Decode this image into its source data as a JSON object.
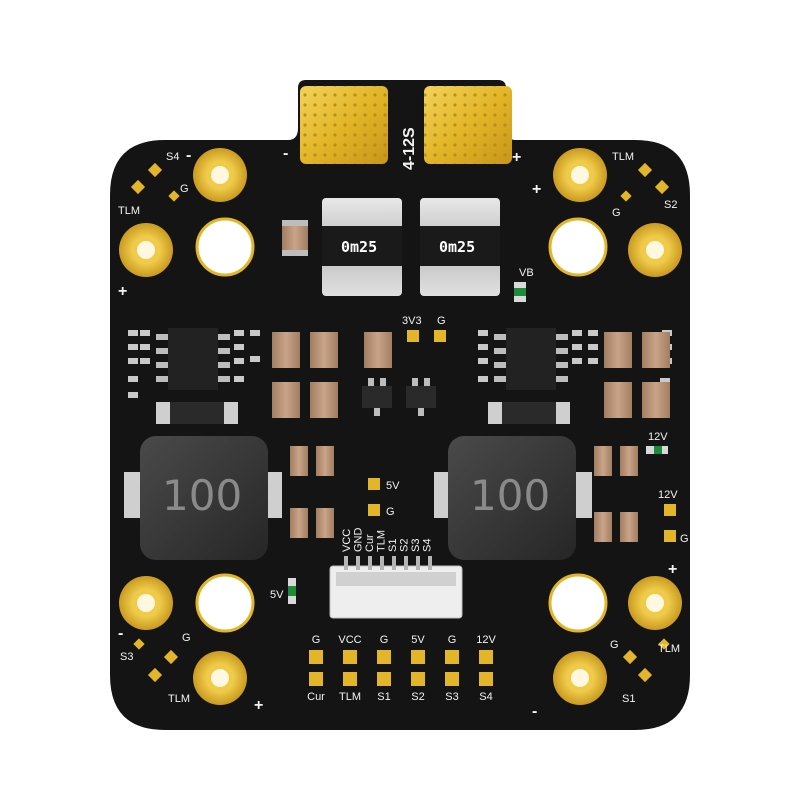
{
  "board": {
    "voltage_label": "4-12S",
    "main_pads": {
      "minus": "-",
      "plus": "+"
    },
    "shunt_labels": [
      "0m25",
      "0m25"
    ],
    "inductor_labels": [
      "100",
      "100"
    ],
    "top_labels": {
      "v33": "3V3",
      "g": "G",
      "vb": "VB"
    },
    "mid_labels": {
      "v5": "5V",
      "g": "G",
      "v12_top": "12V",
      "v12": "12V",
      "g_right": "G",
      "v5_left": "5V"
    },
    "corners": {
      "tl": {
        "s": "S4",
        "g": "G",
        "tlm": "TLM",
        "minus": "-",
        "plus": "+"
      },
      "tr": {
        "tlm": "TLM",
        "g": "G",
        "s": "S2",
        "plus": "+"
      },
      "bl": {
        "minus": "-",
        "g": "G",
        "s": "S3",
        "tlm": "TLM",
        "plus": "+"
      },
      "br": {
        "plus": "+",
        "g": "G",
        "tlm": "TLM",
        "s": "S1",
        "minus": "-"
      }
    },
    "connector_pins": [
      "VCC",
      "GND",
      "Cur",
      "TLM",
      "S1",
      "S2",
      "S3",
      "S4"
    ],
    "bottom_pads_top": [
      "G",
      "VCC",
      "G",
      "5V",
      "G",
      "12V"
    ],
    "bottom_pads_bottom": [
      "Cur",
      "TLM",
      "S1",
      "S2",
      "S3",
      "S4"
    ]
  }
}
